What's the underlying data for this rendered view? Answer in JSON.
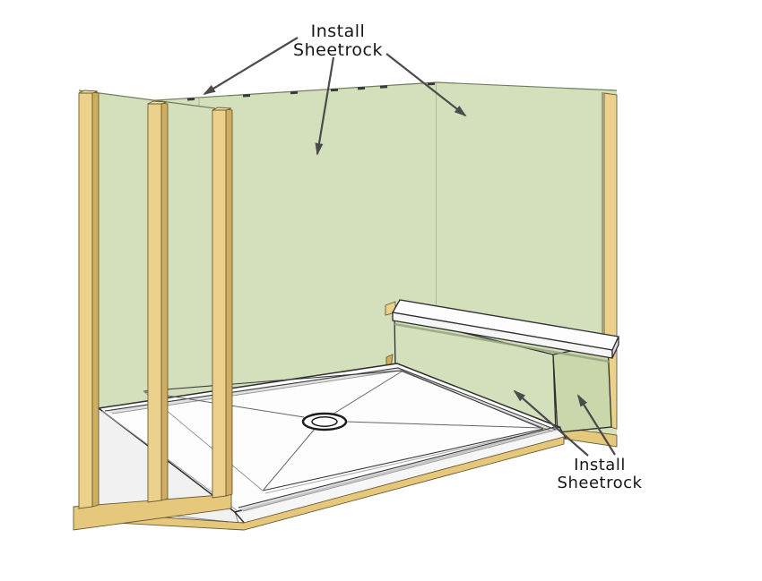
{
  "figure": {
    "background": "#ffffff",
    "labels": {
      "top": {
        "line1": "Install",
        "line2": "Sheetrock"
      },
      "bottom": {
        "line1": "Install",
        "line2": "Sheetrock"
      }
    },
    "colors": {
      "sheetrock_green": "#d4e0bb",
      "sheetrock_shade": "#c9d7ab",
      "wood_face": "#ecd18d",
      "wood_side": "#cfae60",
      "wood_top": "#f2e2ae",
      "wood_plate": "#e5c87c",
      "pan_white": "#fdfdfd",
      "pan_face": "#f6f6f6",
      "pan_shade": "#dcdcdc",
      "arrow": "#4b4b4b",
      "text": "#161616"
    }
  }
}
